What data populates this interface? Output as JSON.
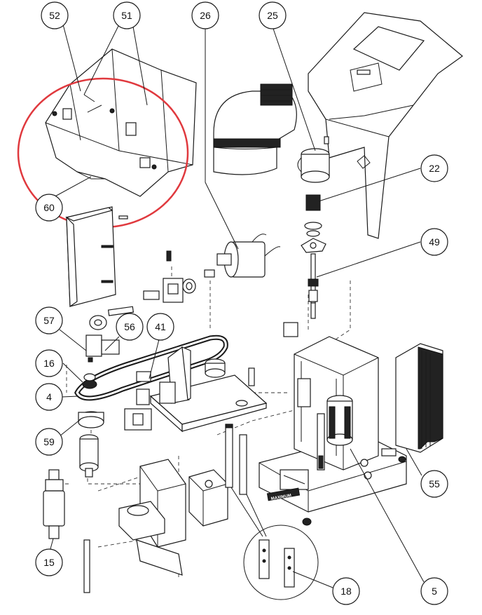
{
  "callouts": [
    {
      "id": "c52",
      "label": "52"
    },
    {
      "id": "c51",
      "label": "51"
    },
    {
      "id": "c26",
      "label": "26"
    },
    {
      "id": "c25",
      "label": "25"
    },
    {
      "id": "c22",
      "label": "22"
    },
    {
      "id": "c60",
      "label": "60"
    },
    {
      "id": "c49",
      "label": "49"
    },
    {
      "id": "c57",
      "label": "57"
    },
    {
      "id": "c41",
      "label": "41"
    },
    {
      "id": "c56",
      "label": "56"
    },
    {
      "id": "c16",
      "label": "16"
    },
    {
      "id": "c4",
      "label": "4"
    },
    {
      "id": "c59",
      "label": "59"
    },
    {
      "id": "c55",
      "label": "55"
    },
    {
      "id": "c15",
      "label": "15"
    },
    {
      "id": "c18",
      "label": "18"
    },
    {
      "id": "c5",
      "label": "5"
    }
  ],
  "nameplate_text": "MAXIMUM",
  "highlight_color": "#e0393e"
}
